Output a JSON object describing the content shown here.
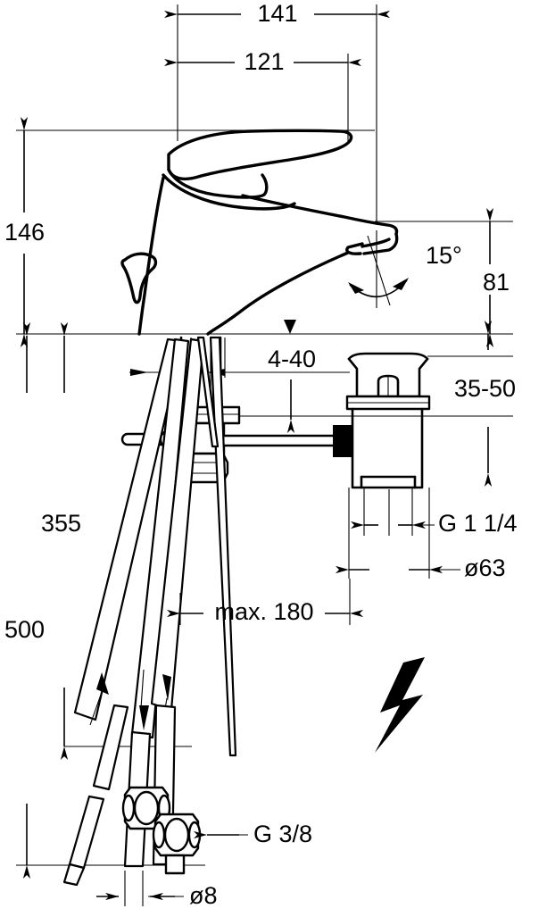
{
  "drawing": {
    "title": "Basin Mixer Technical Dimension Drawing",
    "units": "mm",
    "line_color": "#000000",
    "background_color": "#ffffff"
  },
  "dimensions": {
    "overall_length": "141",
    "spout_reach": "121",
    "overall_height": "146",
    "spout_height": "81",
    "swivel_angle": "15°",
    "deck_thickness": "4-40",
    "drain_depth": "35-50",
    "hose_length_short": "355",
    "hose_length_long": "500",
    "hose_max_spread": "max. 180",
    "drain_thread": "G 1 1/4",
    "drain_diameter": "ø63",
    "supply_thread": "G 3/8",
    "supply_tube_diameter": "ø8"
  },
  "labels": [
    {
      "id": "d141",
      "text": "141"
    },
    {
      "id": "d121",
      "text": "121"
    },
    {
      "id": "d146",
      "text": "146"
    },
    {
      "id": "d81",
      "text": "81"
    },
    {
      "id": "d15deg",
      "text": "15°"
    },
    {
      "id": "d440",
      "text": "4-40"
    },
    {
      "id": "d3550",
      "text": "35-50"
    },
    {
      "id": "d355",
      "text": "355"
    },
    {
      "id": "d500",
      "text": "500"
    },
    {
      "id": "dmax180",
      "text": "max. 180"
    },
    {
      "id": "dg114",
      "text": "G 1 1/4"
    },
    {
      "id": "dd63",
      "text": "ø63"
    },
    {
      "id": "dg38",
      "text": "G 3/8"
    },
    {
      "id": "dd8",
      "text": "ø8"
    }
  ],
  "symbols": {
    "electrical_hazard": "lightning-bolt"
  }
}
